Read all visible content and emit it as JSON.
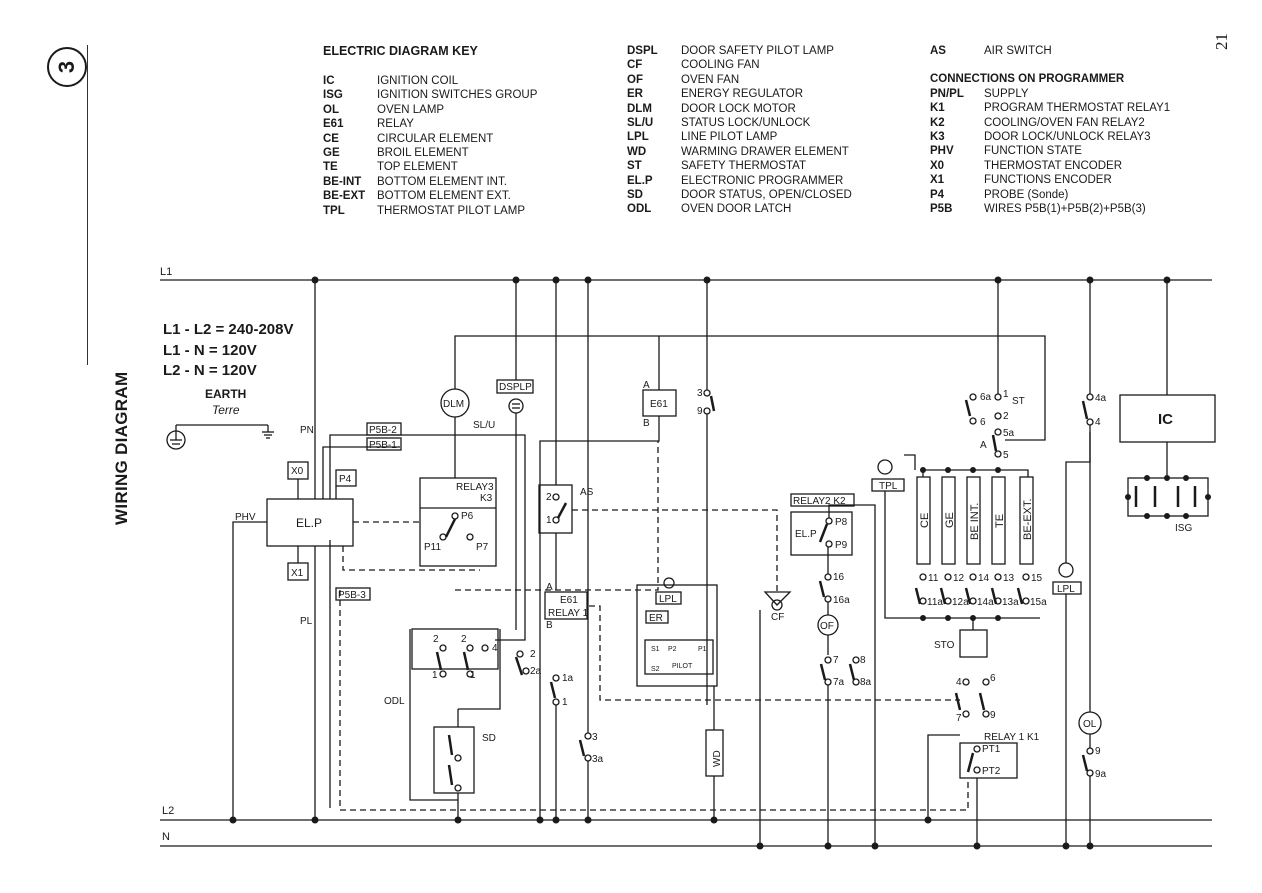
{
  "page_number": "21",
  "section_number": "3",
  "side_title": "WIRING DIAGRAM",
  "key_title": "ELECTRIC DIAGRAM KEY",
  "key_col1": [
    {
      "code": "IC",
      "desc": "IGNITION COIL"
    },
    {
      "code": "ISG",
      "desc": "IGNITION SWITCHES GROUP"
    },
    {
      "code": "OL",
      "desc": "OVEN LAMP"
    },
    {
      "code": "E61",
      "desc": "RELAY"
    },
    {
      "code": "CE",
      "desc": "CIRCULAR ELEMENT"
    },
    {
      "code": "GE",
      "desc": "BROIL ELEMENT"
    },
    {
      "code": "TE",
      "desc": "TOP ELEMENT"
    },
    {
      "code": "BE-INT",
      "desc": "BOTTOM ELEMENT INT."
    },
    {
      "code": "BE-EXT",
      "desc": "BOTTOM ELEMENT EXT."
    },
    {
      "code": "TPL",
      "desc": "THERMOSTAT PILOT LAMP"
    }
  ],
  "key_col2": [
    {
      "code": "DSPL",
      "desc": "DOOR SAFETY PILOT LAMP"
    },
    {
      "code": "CF",
      "desc": "COOLING FAN"
    },
    {
      "code": "OF",
      "desc": "OVEN FAN"
    },
    {
      "code": "ER",
      "desc": "ENERGY REGULATOR"
    },
    {
      "code": "DLM",
      "desc": "DOOR LOCK MOTOR"
    },
    {
      "code": "SL/U",
      "desc": "STATUS LOCK/UNLOCK"
    },
    {
      "code": "LPL",
      "desc": "LINE PILOT LAMP"
    },
    {
      "code": "WD",
      "desc": "WARMING DRAWER ELEMENT"
    },
    {
      "code": "ST",
      "desc": "SAFETY THERMOSTAT"
    },
    {
      "code": "EL.P",
      "desc": "ELECTRONIC PROGRAMMER"
    },
    {
      "code": "SD",
      "desc": "DOOR STATUS, OPEN/CLOSED"
    },
    {
      "code": "ODL",
      "desc": "OVEN DOOR LATCH"
    }
  ],
  "key_col3_first": {
    "code": "AS",
    "desc": "AIR SWITCH"
  },
  "key_col3_title": "CONNECTIONS ON PROGRAMMER",
  "key_col3": [
    {
      "code": "PN/PL",
      "desc": "SUPPLY"
    },
    {
      "code": "K1",
      "desc": "PROGRAM THERMOSTAT RELAY1"
    },
    {
      "code": "K2",
      "desc": "COOLING/OVEN FAN RELAY2"
    },
    {
      "code": "K3",
      "desc": "DOOR LOCK/UNLOCK RELAY3"
    },
    {
      "code": "PHV",
      "desc": "FUNCTION STATE"
    },
    {
      "code": "X0",
      "desc": "THERMOSTAT ENCODER"
    },
    {
      "code": "X1",
      "desc": "FUNCTIONS ENCODER"
    },
    {
      "code": "P4",
      "desc": "PROBE (Sonde)"
    },
    {
      "code": "P5B",
      "desc": "WIRES P5B(1)+P5B(2)+P5B(3)"
    }
  ],
  "voltage": [
    "L1 - L2 = 240-208V",
    "L1 - N = 120V",
    "L2 - N = 120V"
  ],
  "earth_label": "EARTH",
  "earth_sub": "Terre",
  "lines": {
    "l1": "L1",
    "l2": "L2",
    "n": "N"
  },
  "labels": {
    "pn": "PN",
    "phv": "PHV",
    "pl": "PL",
    "x0": "X0",
    "x1": "X1",
    "p4": "P4",
    "elp": "EL.P",
    "p5b2": "P5B-2",
    "p5b1": "P5B-1",
    "p5b3": "P5B-3",
    "dlm": "DLM",
    "slu": "SL/U",
    "dsplp": "DSPLP",
    "relay3": "RELAY3",
    "k3": "K3",
    "p6": "P6",
    "p11": "P11",
    "p7": "P7",
    "as": "AS",
    "e61": "E61",
    "relay1_e61": "RELAY 1",
    "odl": "ODL",
    "sd": "SD",
    "lpl": "LPL",
    "er": "ER",
    "wd": "WD",
    "relay2k2": "RELAY2  K2",
    "elp2": "EL.P",
    "p8": "P8",
    "p9": "P9",
    "of": "OF",
    "cf": "CF",
    "tpl": "TPL",
    "ce": "CE",
    "ge": "GE",
    "beint": "BE INT.",
    "te": "TE",
    "beext": "BE-EXT.",
    "sto": "STO",
    "st": "ST",
    "relay1k1": "RELAY 1   K1",
    "pt1": "PT1",
    "pt2": "PT2",
    "ic": "IC",
    "isg": "ISG",
    "ol": "OL",
    "pilot": "PILOT"
  },
  "terminals": {
    "a": "A",
    "b": "B",
    "t1": "1",
    "t2": "2",
    "t3": "3",
    "t3a": "3a",
    "t4": "4",
    "t4a": "4a",
    "t5": "5",
    "t5a": "5a",
    "t6": "6",
    "t6a": "6a",
    "t7": "7",
    "t7a": "7a",
    "t8": "8",
    "t8a": "8a",
    "t9": "9",
    "t9a": "9a",
    "t11": "11",
    "t11a": "11a",
    "t12": "12",
    "t12a": "12a",
    "t13": "13",
    "t13a": "13a",
    "t14": "14",
    "t14a": "14a",
    "t15": "15",
    "t15a": "15a",
    "t16": "16",
    "t16a": "16a",
    "t1a": "1a",
    "t2a": "2a",
    "s1": "S1",
    "s2": "S2",
    "p1": "P1",
    "p2": "P2"
  }
}
